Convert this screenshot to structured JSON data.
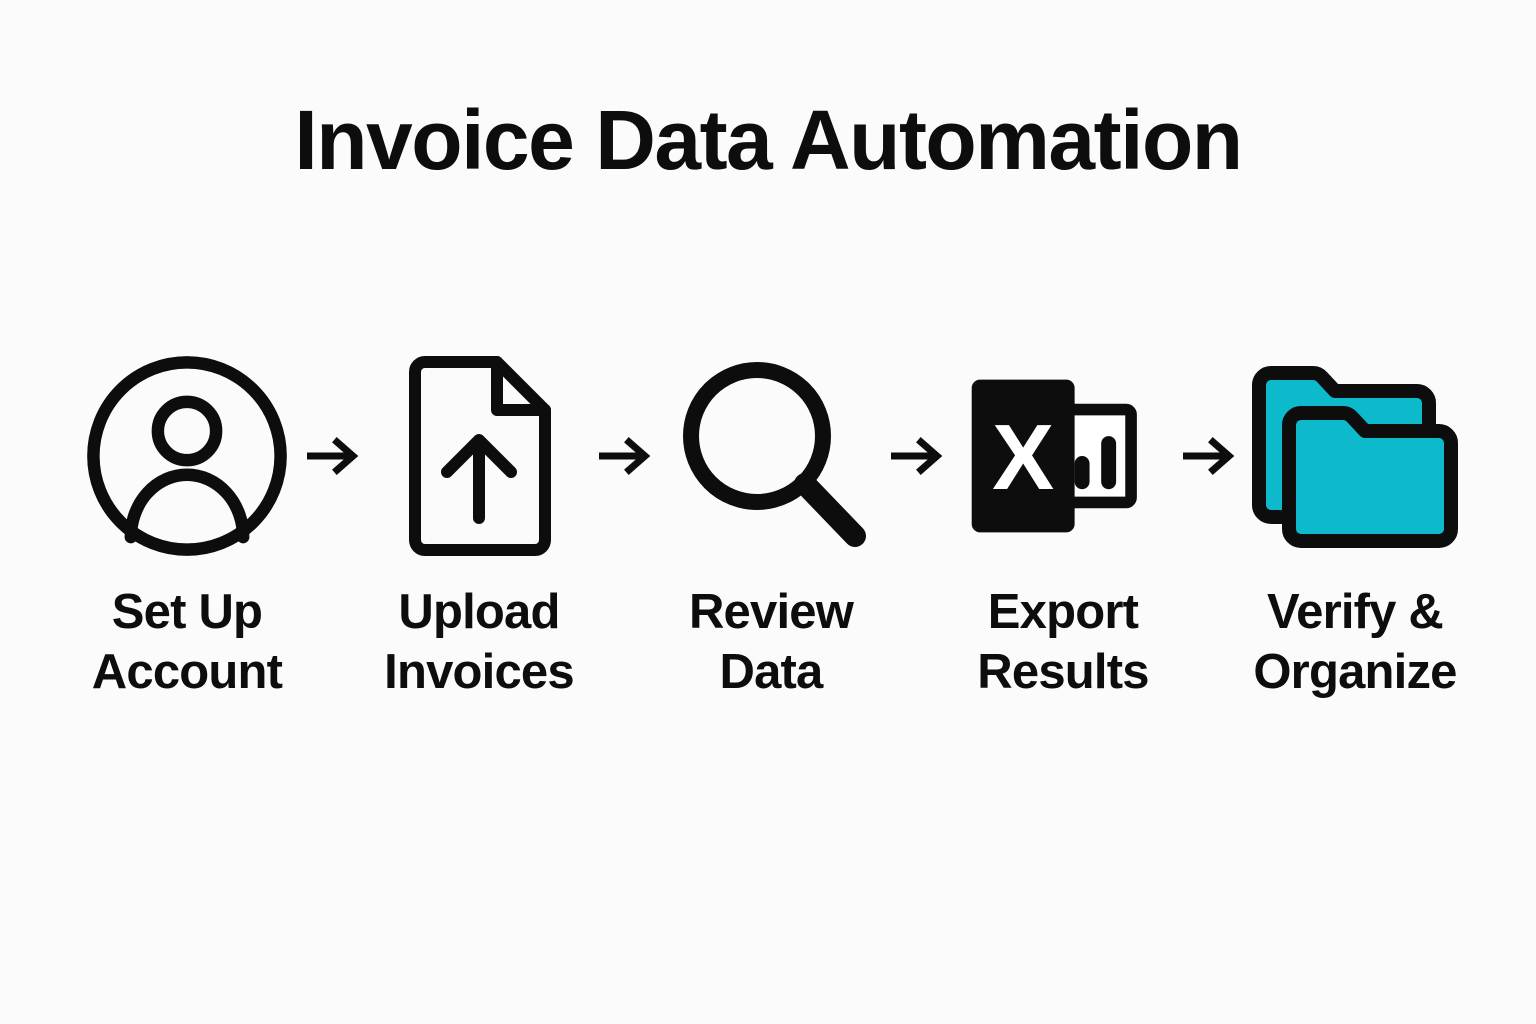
{
  "page": {
    "title": "Invoice Data Automation",
    "background_color": "#fbfbfb",
    "text_color": "#0d0d0d",
    "accent_color": "#0cbacb"
  },
  "flow": {
    "arrow_icon_name": "arrow-right-icon",
    "steps": [
      {
        "index": 1,
        "label": "Set Up\nAccount",
        "label_line1": "Set Up",
        "label_line2": "Account",
        "icon": "user-account-icon"
      },
      {
        "index": 2,
        "label": "Upload\nInvoices",
        "label_line1": "Upload",
        "label_line2": "Invoices",
        "icon": "document-upload-icon"
      },
      {
        "index": 3,
        "label": "Review\nData",
        "label_line1": "Review",
        "label_line2": "Data",
        "icon": "magnifying-glass-icon"
      },
      {
        "index": 4,
        "label": "Export\nResults",
        "label_line1": "Export",
        "label_line2": "Results",
        "icon": "excel-export-icon",
        "icon_glyph": "X"
      },
      {
        "index": 5,
        "label": "Verify &\nOrganize",
        "label_line1": "Verify &",
        "label_line2": "Organize",
        "icon": "folders-icon"
      }
    ]
  }
}
